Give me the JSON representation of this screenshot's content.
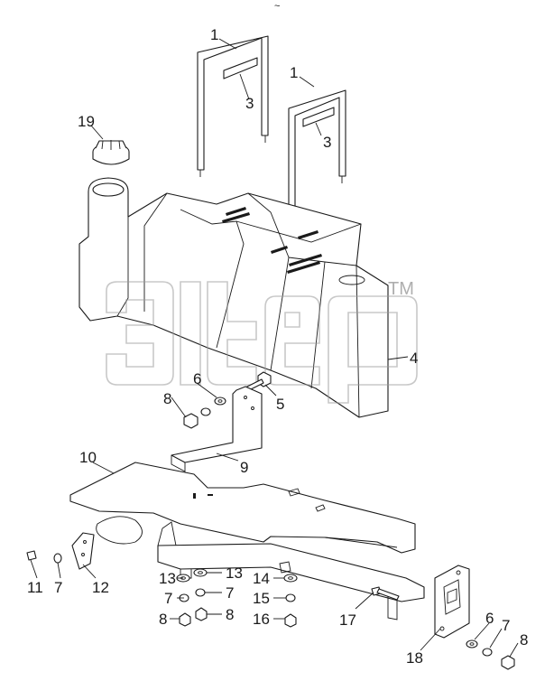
{
  "diagram": {
    "top_mark": "~",
    "watermark_tm": "TM",
    "callouts": {
      "c1a": "1",
      "c1b": "1",
      "c3a": "3",
      "c3b": "3",
      "c19": "19",
      "c4": "4",
      "c5": "5",
      "c6a": "6",
      "c8a": "8",
      "c9": "9",
      "c10": "10",
      "c11": "11",
      "c7a": "7",
      "c12": "12",
      "c13a": "13",
      "c13b": "13",
      "c7b": "7",
      "c7c": "7",
      "c8b": "8",
      "c8c": "8",
      "c14": "14",
      "c15": "15",
      "c16": "16",
      "c17": "17",
      "c18": "18",
      "c6b": "6",
      "c7d": "7",
      "c8d": "8"
    }
  }
}
